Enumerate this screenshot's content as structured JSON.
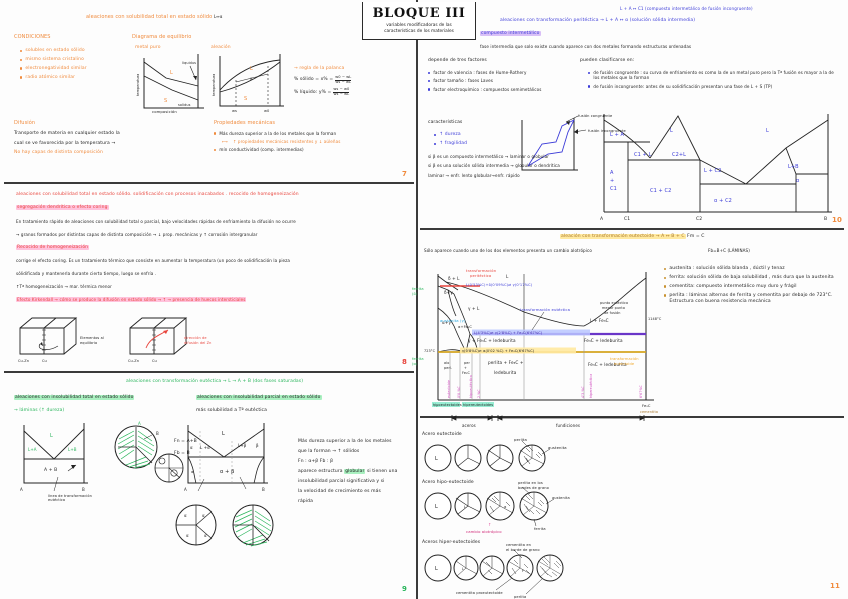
{
  "title_box": {
    "heading": "BLOQUE III",
    "subtitle_line1": "variables modificadoras de las",
    "subtitle_line2": "características de los materiales"
  },
  "page_numbers": {
    "p7": "7",
    "p8": "8",
    "p9": "9",
    "p10": "10",
    "p11": "11"
  },
  "panel7": {
    "heading": "aleaciones con solubilidad total en estado sólido",
    "heading_suffix": "L↔α",
    "conditions_title": "CONDICIONES",
    "conditions": [
      "solubles en estado sólido",
      "mismo sistema cristalino",
      "electronegatividad similar",
      "radio atómico similar"
    ],
    "diagram_title": "Diagrama de equilibrio",
    "diagram_left_label": "metal puro",
    "diagram_right_label": "aleación",
    "axis_temp": "temperatura",
    "axis_comp": "composición",
    "label_L": "L",
    "label_S": "S",
    "label_liquidus": "liquidus",
    "label_solidus": "solidus",
    "label_alpha": "α",
    "tick_ws": "ws",
    "tick_w0": "w0",
    "lever_title": "→ regla de la palanca",
    "lever_solid": "% sólido = x% =",
    "lever_solid_num": "w0 − wL",
    "lever_solid_den": "ws − wL",
    "lever_liquid": "% líquido: y% =",
    "lever_liquid_num": "ws − w0",
    "lever_liquid_den": "ws − wL",
    "diffusion_title": "Difusión",
    "diffusion_l1": "Transporte de materia en cualquier estado la",
    "diffusion_l2": "cual se ve favorecida por la temperatura →",
    "diffusion_l3": "No hay capas de distinta composición",
    "mech_title": "Propiedades mecánicas",
    "mech": [
      "Más dureza superior a la de los metales que la forman",
      "↑ propiedades mecánicas resistentes y ↓ aúleñas",
      "mín conductividad (comp. intermedias)"
    ]
  },
  "panel8": {
    "heading": "aleaciones con solubilidad total en estado sólido. solidificación con procesos inacabados . recocido de homogeneización",
    "subheading": "segregación dendrítica o efecto coring",
    "l1": "En tratamiento rápido de aleaciones con solubilidad total o parcial, bajo velocidades rápidas de enfriamiento la difusión no ocurre",
    "l2": "→ granos formados por distintas capas de distinta composición → ↓ prop. mecánicas y ↑ corrosión intergranular",
    "sub2": "Recocido de homogeneización",
    "l3": "corrige el efecto coring. Es un tratamiento térmico que consiste en aumentar la temperatura (un poco de solidificación la pieza",
    "l4": "sólidificada y mantenerla durante cierto tiempo, luego se enfría .",
    "l5": "↑Tª homogeneización → mar. térmica menor",
    "l6": "Efecto Kirkendall → cómo se produce la difusión en estado sólido → ↑ → presencia de huecos intersticiales",
    "cube_left_label": "Cu-Zn",
    "cube_left_label2": "Cu",
    "cube_right_label": "Cu-Zn",
    "cube_right_label2": "Cu",
    "cube_left_note": "Elementos al equilibrio",
    "cube_right_note1": "dirección de",
    "cube_right_note2": "difusión del Zn"
  },
  "panel9": {
    "heading": "aleaciones con transformación eutéctica → L → A + B (dos fases saturadas)",
    "left_title": "aleaciones con insolubilidad total en estado sólido",
    "left_sub": "→ láminas (↑ dureza)",
    "left_labels": {
      "L": "L",
      "LA": "L+A",
      "LB": "L+B",
      "AB": "A + B",
      "A": "A",
      "B": "B"
    },
    "left_note1": "línea de transformación",
    "left_note2": "eutéctica",
    "left_micro_A": "A",
    "left_micro_B": "B",
    "left_eq1": "Fn = A+B",
    "left_eq2": "Fb = B",
    "right_title": "aleaciones con insolubilidad parcial en estado sólido",
    "right_sub": "más solubilidad a Tª eutéctica",
    "right_labels": {
      "L": "L",
      "La": "L+α",
      "Lb": "L+β",
      "ab": "α + β",
      "alpha": "α",
      "beta": "β",
      "A": "A",
      "B": "B"
    },
    "right_text": [
      "Más dureza superior a la de los metales",
      "que la forman → ↑ sólidos",
      "Fn : α+β    Fb : β",
      "aparece estructura globular si tienen una",
      "insolubilidad parcial significativa y si",
      "la velocidad de crecimiento es más",
      "rápida"
    ],
    "right_text_hl": "globular"
  },
  "panel10": {
    "top_right_note": "L + A ↔ C1 (compuesto intermetálico de fusión incongruente)",
    "heading": "aleaciones con transformación peritéctica → L + A ↔ α (solución sólida intermedia)",
    "section_title": "compuesto intermetálico",
    "definition": "fase intermedia que solo existe cuando aparece con dos metales formando estructuras ordenadas",
    "factors_title": "depende de tres factores",
    "factors": [
      "factor de valencia : fases de Hume-Rothery",
      "factor tamaño : fases Laves",
      "factor electroquímico : compuestos semimetálicos"
    ],
    "classify_title": "pueden clasificarse en:",
    "classify": [
      "de fusión congruente : su curva de enfriamiento es como la de un metal puro pero la Tª fusión es mayor a la de los metales que la forman",
      "de fusión incongruente: antes de su solidificación presentan una fase de L + S (TP)"
    ],
    "char_title": "características",
    "chars": [
      "↑ dureza",
      "↑ fragilidad"
    ],
    "curve_label1": "fusión congruente",
    "curve_label2": "fusión incongruente",
    "notes": [
      "si β es un compuesto intermetálico → laminar o globular",
      "si β es una solución sólida intermedia → globular o dendrítica",
      "laminar → enfr. lento    globular→enfr. rápido"
    ],
    "phase_labels": {
      "L1": "L",
      "L2": "L",
      "LA": "L + A",
      "C1L": "C1 + L",
      "C2L": "C2+L",
      "LC2": "L + C2",
      "LB": "L+B",
      "ACl": "A + C1",
      "C1C2": "C1 + C2",
      "aC2": "α + C2",
      "alpha": "α",
      "xA": "A",
      "xC1": "C1",
      "xC2": "C2",
      "xB": "B"
    }
  },
  "panel11": {
    "heading": "aleación con transformación eutectoide → A ↔ B + C",
    "heading_suffix": "Fm = C",
    "subnote": "Fb=B+C (LÁMINAS)",
    "leftnote": "Sólo aparece cuando uno de los dos elementos presenta un cambio alotrópico",
    "diagram": {
      "peritectic_label1": "transformación",
      "peritectic_label2": "peritéctica",
      "peritectic_eq": "L(0'53%C)+ δ(0'09%C) ⇌ γ(0'17%C)",
      "eutectic_label": "transformación eutéctica",
      "eutectic_eq": "L(4'3%C)⇌ γ(2'8%C) + Fe₃C(6'67%C)",
      "eutectoid_eq": "γ(0'8%C)⇌ α(0'02 %C) + Fe₃C(6'67%C)",
      "eutectic_note1": "punto eutéctico",
      "eutectic_note2": "menor punto",
      "eutectic_note3": "de fusión",
      "ferrita_delta1": "ferrita",
      "ferrita_delta2": "(δ)",
      "ferrita_alpha1": "ferrita",
      "ferrita_alpha2": "(α)",
      "austenita_label": "austenita (γ)",
      "temp_1148": "1148°C",
      "temp_723": "723°C",
      "region_dL": "δ + L",
      "region_dg": "δ+γ",
      "region_L": "L",
      "region_gL": "γ + L",
      "region_LFe3C": "L + Fe₃C",
      "region_g_fe3c_led": "γ + Fe₃C + ledeburita",
      "region_fe3c_led": "Fe₃C + ledeburita",
      "region_per_fe3c_led": "perlita + Fe₃C + ledeburita",
      "region_fe3c_led2": "Fe₃C + ledeburita",
      "region_ag": "α+γ",
      "region_aFe3C": "α+Fe₃C",
      "region_per": "per. prol.",
      "region_per2": "per + Fe₃C",
      "label_fe": "Fe",
      "label_fe3c": "Fe₃C",
      "label_cementita": "cementita",
      "label_hipo": "hipoeutectoides",
      "label_hiper": "hipereutectoides",
      "label_eutectoid_v": "eutectoide",
      "label_hipoeut_v": "hipoeutéctica",
      "label_eutectica_v": "4'3%C",
      "label_hipereut_v": "hipereutéctica",
      "label_667_v": "6'67%C",
      "transf_eutectoide1": "transformación",
      "transf_eutectoide2": "eutectoide",
      "axis_aceros": "aceros",
      "axis_fundiciones": "fundiciones"
    },
    "glossary": [
      "austenita : solución sólida blanda , dúctil y tenaz",
      "ferrita: solución sólida de baja solubilidad , más dura que la austenita",
      "cementita: compuesto intermetálico muy duro y frágil",
      "perlita : láminas alternas de ferrita y cementita por debajo de 723°C. Estructura con buena resistencia mecánica"
    ],
    "micro": {
      "row1_title": "Acero eutectoide",
      "row1_l": "L",
      "row1_note1": "perlita",
      "row1_note2": "austenita",
      "row2_title": "Acero hipo-eutectoide",
      "row2_l": "L",
      "row2_note1": "perlita en los",
      "row2_note1b": "bordes de grano",
      "row2_note2": "austenita",
      "row2_note3": "ferrita",
      "row2_pink": "cambio alotrópico",
      "row2_arrow": "↑",
      "row3_title": "Aceros hiper-eutectoides",
      "row3_l": "L",
      "row3_note1": "cementita en",
      "row3_note1b": "el borde de grano",
      "row3_note2": "cementita proeutectoide",
      "row3_note3": "perlita"
    }
  }
}
